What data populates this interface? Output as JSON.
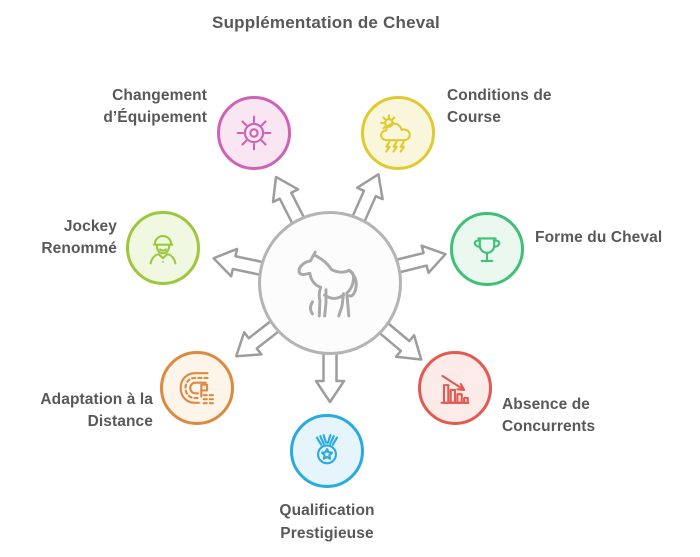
{
  "title": "Supplémentation de Cheval",
  "palette": {
    "text": "#57585a",
    "hub_border": "#b4b4b4",
    "hub_fill": "#fcfcfc",
    "horse_stroke": "#a9a9a9",
    "arrow_stroke": "#9d9d9d",
    "arrow_fill": "#ffffff"
  },
  "hub": {
    "icon": "horse-icon"
  },
  "nodes": [
    {
      "id": "changement-equipement",
      "lines": [
        "Changement",
        "d’Équipement"
      ],
      "icon": "helm-icon",
      "color": "#ce63b5",
      "fill": "#fae6f2",
      "position": "top-left"
    },
    {
      "id": "conditions-course",
      "lines": [
        "Conditions de",
        "Course"
      ],
      "icon": "storm-weather-icon",
      "color": "#e0ca30",
      "fill": "#faf6dc",
      "position": "top-right"
    },
    {
      "id": "jockey-renomme",
      "lines": [
        "Jockey",
        "Renommé"
      ],
      "icon": "jockey-icon",
      "color": "#9dc73d",
      "fill": "#f1f8e2",
      "position": "left"
    },
    {
      "id": "forme-cheval",
      "lines": [
        "Forme du Cheval"
      ],
      "icon": "trophy-icon",
      "color": "#40bf76",
      "fill": "#eaf8f0",
      "position": "right"
    },
    {
      "id": "adaptation-distance",
      "lines": [
        "Adaptation à la",
        "Distance"
      ],
      "icon": "racetrack-icon",
      "color": "#dd8a41",
      "fill": "#fdf4ea",
      "position": "bottom-left"
    },
    {
      "id": "absence-concurrents",
      "lines": [
        "Absence de",
        "Concurrents"
      ],
      "icon": "declining-chart-icon",
      "color": "#e25b52",
      "fill": "#fcebe9",
      "position": "bottom-right"
    },
    {
      "id": "qualification-prestigieuse",
      "lines": [
        "Qualification",
        "Prestigieuse"
      ],
      "icon": "medal-icon",
      "color": "#29aae1",
      "fill": "#e6f4fc",
      "position": "bottom"
    }
  ],
  "arrows": [
    "up-left",
    "up-right",
    "left",
    "right",
    "down-left",
    "down-right",
    "down"
  ]
}
